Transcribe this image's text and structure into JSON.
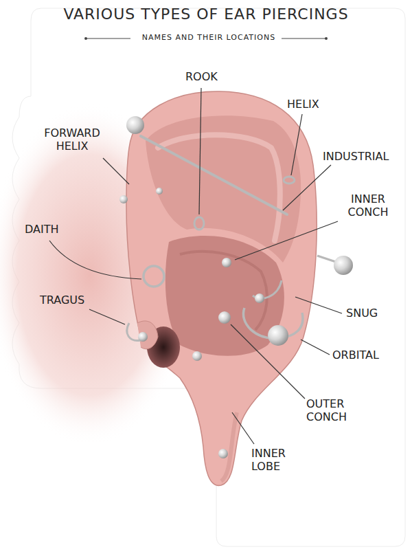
{
  "diagram": {
    "title": "VARIOUS TYPES OF EAR PIERCINGS",
    "labels": [
      "NAMES AND THEIR LOCATIONS",
      "ROOK",
      "HELIX",
      "FORWARD HELIX",
      "INDUSTRIAL",
      "INNER CONCH",
      "DAITH",
      "TRAGUS",
      "SNUG",
      "ORBITAL",
      "OUTER CONCH",
      "INNER LOBE"
    ]
  }
}
